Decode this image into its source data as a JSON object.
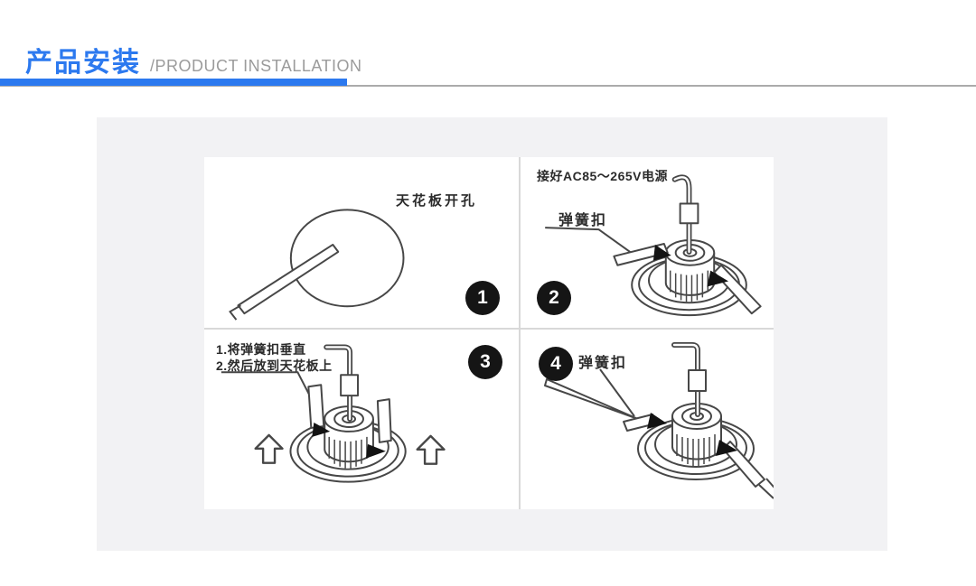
{
  "header": {
    "title_cn": "产品安装",
    "title_en": "/PRODUCT INSTALLATION"
  },
  "colors": {
    "accent_blue": "#2c79ef",
    "title_gray": "#9b9b9b",
    "panel_bg": "#f2f2f4",
    "divider_gray": "#d8d8d8",
    "line_art": "#474747",
    "badge_bg": "#151515"
  },
  "icons": {
    "up_arrow": "⇧",
    "step_badge_shape": "black-circle"
  },
  "diagram": {
    "steps": [
      {
        "number": "1",
        "caption": "天花板开孔"
      },
      {
        "number": "2",
        "power_label": "接好AC85～265V电源",
        "clip_label": "弹簧扣"
      },
      {
        "number": "3",
        "instruction_line1": "1.将弹簧扣垂直",
        "instruction_line2": "2.然后放到天花板上"
      },
      {
        "number": "4",
        "clip_label": "弹簧扣"
      }
    ]
  }
}
